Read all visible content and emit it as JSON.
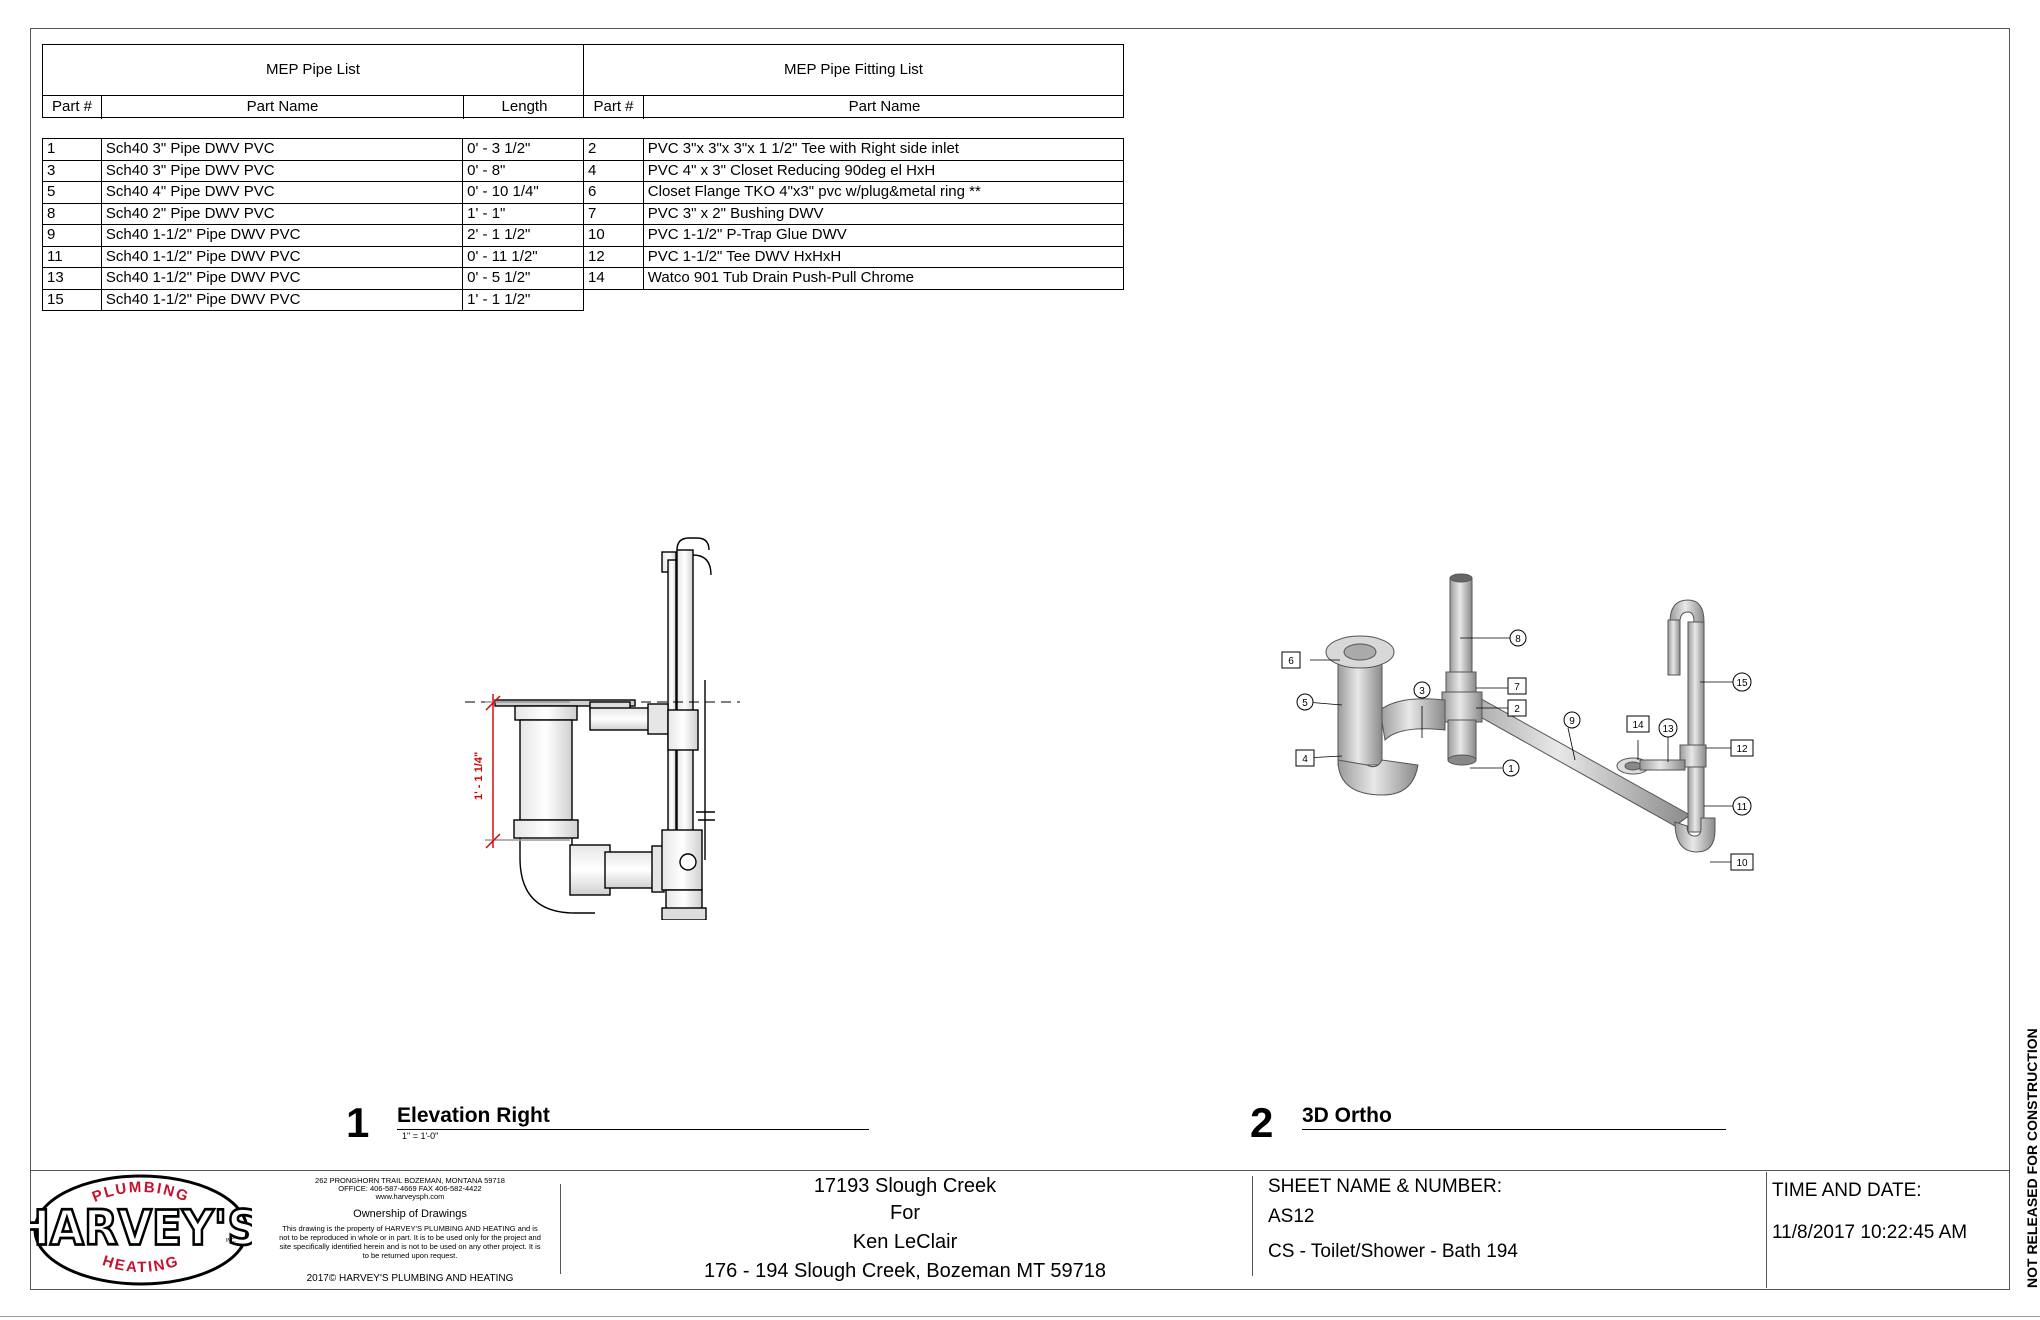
{
  "pipe_list": {
    "title": "MEP Pipe List",
    "headers": [
      "Part #",
      "Part Name",
      "Length"
    ],
    "rows": [
      [
        "1",
        "Sch40 3\" Pipe DWV PVC",
        "0' - 3 1/2\""
      ],
      [
        "3",
        "Sch40 3\" Pipe DWV PVC",
        "0' - 8\""
      ],
      [
        "5",
        "Sch40 4\" Pipe DWV PVC",
        "0' - 10 1/4\""
      ],
      [
        "8",
        "Sch40 2\" Pipe DWV PVC",
        "1' - 1\""
      ],
      [
        "9",
        "Sch40 1-1/2\" Pipe DWV PVC",
        "2' - 1 1/2\""
      ],
      [
        "11",
        "Sch40 1-1/2\" Pipe DWV PVC",
        "0' - 11 1/2\""
      ],
      [
        "13",
        "Sch40 1-1/2\" Pipe DWV PVC",
        "0' - 5 1/2\""
      ],
      [
        "15",
        "Sch40 1-1/2\" Pipe DWV PVC",
        "1' - 1 1/2\""
      ]
    ]
  },
  "fitting_list": {
    "title": "MEP Pipe Fitting List",
    "headers": [
      "Part #",
      "Part Name"
    ],
    "rows": [
      [
        "2",
        "PVC 3\"x 3\"x 3\"x 1 1/2\" Tee with Right side inlet"
      ],
      [
        "4",
        "PVC 4\" x 3\" Closet Reducing 90deg el HxH"
      ],
      [
        "6",
        "Closet Flange  TKO 4\"x3\" pvc w/plug&metal ring **"
      ],
      [
        "7",
        "PVC 3\" x 2\" Bushing DWV"
      ],
      [
        "10",
        "PVC 1-1/2\" P-Trap Glue DWV"
      ],
      [
        "12",
        "PVC 1-1/2\" Tee DWV HxHxH"
      ],
      [
        "14",
        "Watco 901 Tub Drain Push-Pull  Chrome"
      ]
    ]
  },
  "views": {
    "elevation": {
      "number": "1",
      "name": "Elevation Right",
      "scale": "1\" = 1'-0\"",
      "dimension": "1' - 1 1/4\""
    },
    "ortho": {
      "number": "2",
      "name": "3D Ortho",
      "tags": [
        "1",
        "2",
        "3",
        "4",
        "5",
        "6",
        "7",
        "8",
        "9",
        "10",
        "11",
        "12",
        "13",
        "14",
        "15"
      ]
    }
  },
  "title_block": {
    "company": {
      "logo_top": "PLUMBING",
      "logo_main": "HARVEY'S",
      "logo_inc": "INC.",
      "logo_bottom": "HEATING",
      "address": "262 PRONGHORN TRAIL BOZEMAN, MONTANA 59718",
      "phone": "OFFICE: 406-587-4669 FAX 406-582-4422",
      "web": "www.harveysph.com",
      "ownership_title": "Ownership of Drawings",
      "ownership_text": "This drawing is the property of HARVEY'S PLUMBING AND HEATING and is not to be reproduced in whole or in part. It is to be used only for the project and site specifically identified herein and is not to be used on any other project. It is to be returned upon request.",
      "copyright": "2017© HARVEY'S PLUMBING AND HEATING"
    },
    "project": {
      "name": "17193 Slough Creek",
      "for": "For",
      "client": "Ken LeClair",
      "address": "176 - 194 Slough Creek, Bozeman MT 59718"
    },
    "sheet": {
      "label": "SHEET NAME & NUMBER:",
      "number": "AS12",
      "name": "CS - Toilet/Shower - Bath 194"
    },
    "time": {
      "label": "TIME AND DATE:",
      "value": "11/8/2017 10:22:45 AM"
    },
    "release_note": "NOT RELEASED FOR CONSTRUCTION"
  }
}
